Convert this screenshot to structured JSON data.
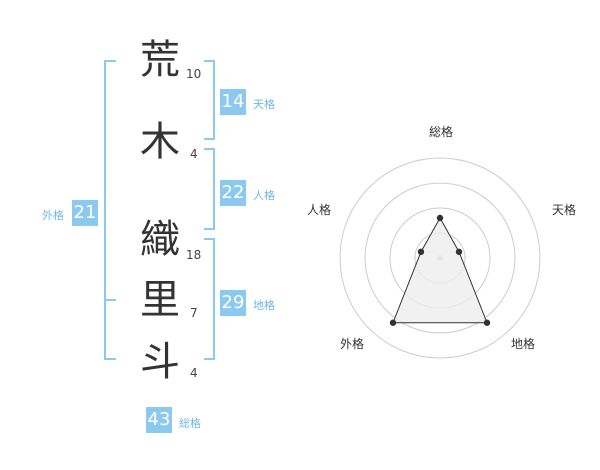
{
  "name": {
    "characters": [
      {
        "kanji": "荒",
        "strokes": "10"
      },
      {
        "kanji": "木",
        "strokes": "4"
      },
      {
        "kanji": "織",
        "strokes": "18"
      },
      {
        "kanji": "里",
        "strokes": "7"
      },
      {
        "kanji": "斗",
        "strokes": "4"
      }
    ]
  },
  "fortunes": {
    "tenkaku": {
      "value": "14",
      "label": "天格"
    },
    "jinkaku": {
      "value": "22",
      "label": "人格"
    },
    "chikaku": {
      "value": "29",
      "label": "地格"
    },
    "gaikaku": {
      "value": "21",
      "label": "外格"
    },
    "soukaku": {
      "value": "43",
      "label": "総格"
    }
  },
  "radar": {
    "axes": [
      "総格",
      "天格",
      "地格",
      "外格",
      "人格"
    ],
    "rings": 4,
    "values": [
      2,
      1,
      4,
      4,
      1
    ],
    "max": 5
  },
  "colors": {
    "accent": "#8cc9ef",
    "accent_text": "#6fb8e6"
  }
}
